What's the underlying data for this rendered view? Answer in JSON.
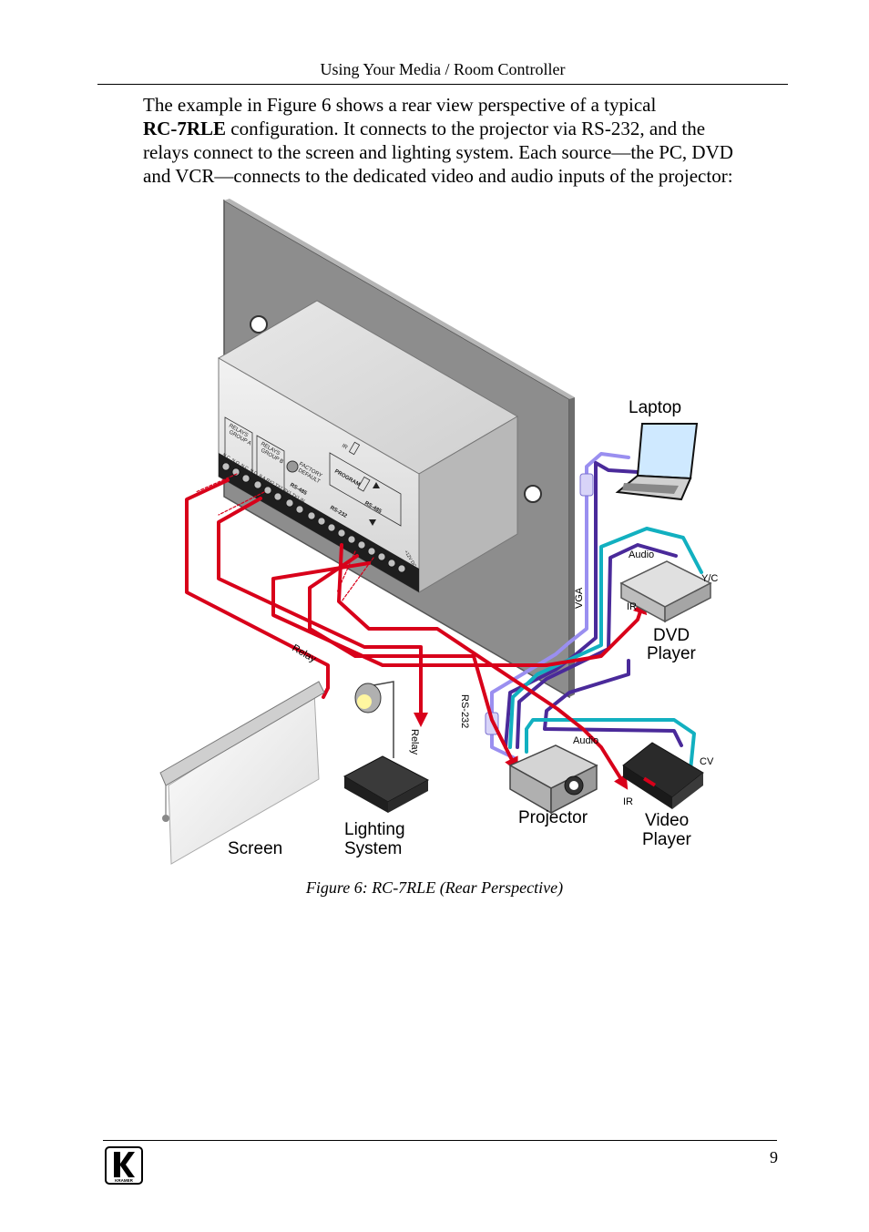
{
  "header": {
    "title": "Using Your Media / Room Controller"
  },
  "paragraph": {
    "line1": "The example in Figure 6 shows a rear view perspective of a typical",
    "line2_bold": "RC-7RLE",
    "line2_rest": " configuration. It connects to the projector via RS-232, and the",
    "line3": "relays connect to the screen and lighting system. Each source—the PC, DVD",
    "line4": "and VCR—connects to the dedicated video and audio inputs of the projector:"
  },
  "figure": {
    "device_labels": {
      "relays_a": [
        "RELAYS",
        "GROUP A"
      ],
      "relays_b": [
        "RELAYS",
        "GROUP B"
      ],
      "factory_default": [
        "FACTORY",
        "DEFAULT"
      ],
      "ir": "IR",
      "program": "PROGRAM",
      "rs485_top": "RS-485",
      "rs485_side": "RS-485",
      "rs232": "RS-232",
      "pin_row": "N.C. N.O. N.C. N.O. B A RX2 TX2 RX1 TX1 IN",
      "dc": "+12V DC"
    },
    "labels": {
      "laptop": "Laptop",
      "dvd": [
        "DVD",
        "Player"
      ],
      "projector": "Projector",
      "video": [
        "Video",
        "Player"
      ],
      "screen": "Screen",
      "lighting": [
        "Lighting",
        "System"
      ],
      "vga": "VGA",
      "rs232": "RS-232",
      "relay1": "Relay",
      "relay2": "Relay",
      "audio1": "Audio",
      "audio2": "Audio",
      "yc": "Y/C",
      "cv": "CV",
      "ir1": "IR",
      "ir2": "IR"
    },
    "caption": "Figure 6: RC-7RLE (Rear Perspective)"
  },
  "footer": {
    "page": "9",
    "logo_text": "KRAMER"
  },
  "colors": {
    "relay": "#d8001a",
    "vga": "#9a8ff0",
    "audio": "#4a2a9a",
    "video": "#12b0c0",
    "plate": "#8d8d8d"
  }
}
